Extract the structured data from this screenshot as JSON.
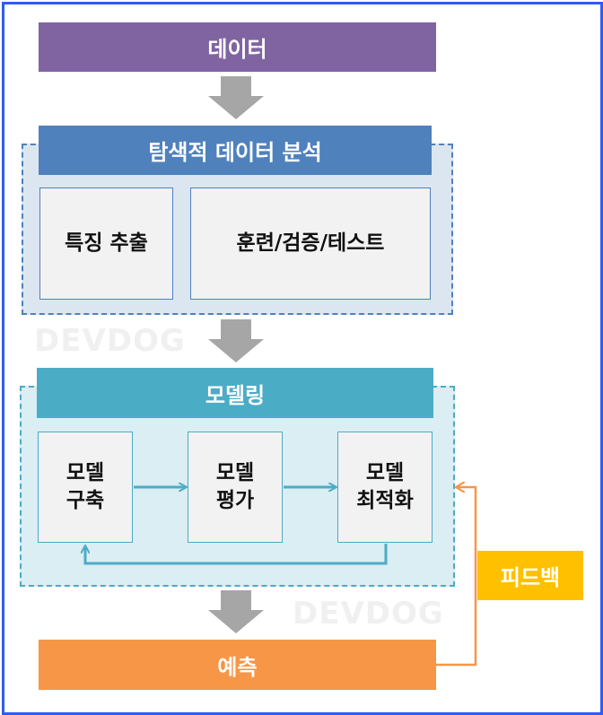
{
  "colors": {
    "frame": "#2f5df0",
    "data_bar": "#8064a2",
    "eda_bar": "#4f81bd",
    "eda_group_bg": "#dce6f1",
    "eda_group_border": "#4f81bd",
    "model_bar": "#4bacc6",
    "model_group_bg": "#daeef3",
    "model_group_border": "#4bacc6",
    "predict_bar": "#f79646",
    "feedback_bg": "#ffc000",
    "down_arrow": "#a6a6a6",
    "box_bg": "#f2f2f2"
  },
  "data": {
    "label": "데이터"
  },
  "eda": {
    "title": "탐색적 데이터 분석",
    "feature_extraction": "특징 추출",
    "train_val_test": "훈련/검증/테스트"
  },
  "modeling": {
    "title": "모델링",
    "build": [
      "모델",
      "구축"
    ],
    "evaluate": [
      "모델",
      "평가"
    ],
    "optimize": [
      "모델",
      "최적화"
    ]
  },
  "prediction": {
    "label": "예측"
  },
  "feedback": {
    "label": "피드백"
  },
  "watermarks": [
    "DEVDOG",
    "DEVDOG"
  ]
}
